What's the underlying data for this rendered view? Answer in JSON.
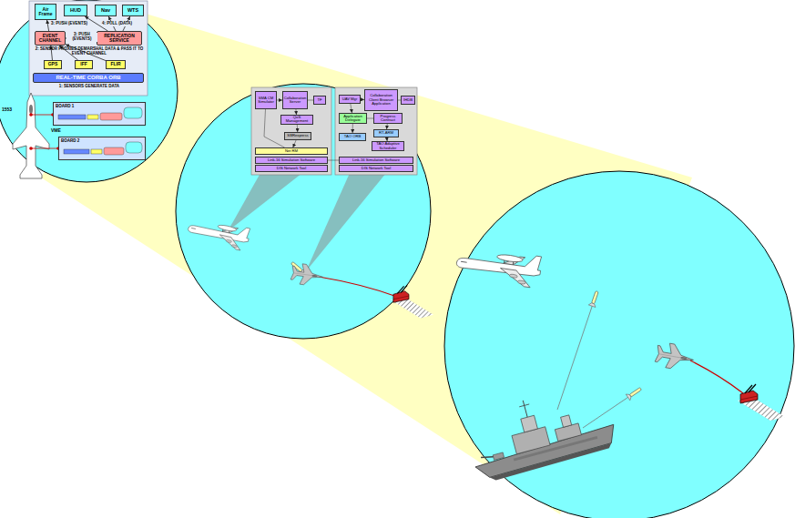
{
  "diagram": {
    "nodes": [
      {
        "text": [
          "Air Frame"
        ]
      },
      {
        "text": [
          "HUD"
        ]
      },
      {
        "text": [
          "Nav"
        ]
      },
      {
        "text": [
          "WTS"
        ]
      },
      {
        "text": [
          "EVENT CHANNEL"
        ]
      },
      {
        "text": [
          "REPLICATION SERVICE"
        ]
      },
      {
        "text": [
          "GPS"
        ]
      },
      {
        "text": [
          "IFF"
        ]
      },
      {
        "text": [
          "FLIR"
        ]
      },
      {
        "text": [
          "REAL-TIME CORBA ORB"
        ]
      },
      {
        "text": [
          "BOARD 1"
        ]
      },
      {
        "text": [
          "BOARD 2"
        ]
      },
      {
        "text": [
          "SMA CM Simulator"
        ]
      },
      {
        "text": [
          "Collaboration Server"
        ]
      },
      {
        "text": [
          "TF"
        ]
      },
      {
        "text": [
          "QoS Management"
        ]
      },
      {
        "text": [
          "SBRexpress"
        ]
      },
      {
        "text": [
          "Net RM"
        ]
      },
      {
        "text": [
          "Link-16 Simulation Software"
        ]
      },
      {
        "text": [
          "DIS Network Tool"
        ]
      },
      {
        "text": [
          "UAV Mgr"
        ]
      },
      {
        "text": [
          "Collaboration Client Browser Application"
        ]
      },
      {
        "text": [
          "IHDB"
        ]
      },
      {
        "text": [
          "Application Delegate"
        ]
      },
      {
        "text": [
          "Progress Contract"
        ]
      },
      {
        "text": [
          "TAO ORB"
        ]
      },
      {
        "text": [
          "RT-ARM"
        ]
      },
      {
        "text": [
          "TAO Adaptive Scheduler"
        ]
      },
      {
        "text": [
          "Link-16 Simulation Software"
        ]
      },
      {
        "text": [
          "DIS Network Tool"
        ]
      }
    ],
    "edges": [
      {
        "from": 4,
        "to": 0,
        "arrow": "to",
        "label": "3: PUSH (EVENTS)"
      },
      {
        "from": 5,
        "to": 1,
        "arrow": "to"
      },
      {
        "from": 5,
        "to": 2,
        "arrow": "to",
        "label": "4: PULL (DATA)"
      },
      {
        "from": 5,
        "to": 3,
        "arrow": "to"
      },
      {
        "from": 4,
        "to": 5,
        "arrow": "to",
        "label": "3: PUSH (EVENTS)"
      },
      {
        "from": 6,
        "to": 4,
        "arrow": "to"
      },
      {
        "from": 7,
        "to": 4,
        "arrow": "to"
      },
      {
        "from": 8,
        "to": 4,
        "arrow": "to"
      },
      {
        "from": 12,
        "to": 13,
        "arrow": "to"
      },
      {
        "from": 13,
        "to": 14,
        "arrow": "none"
      },
      {
        "from": 13,
        "to": 15,
        "arrow": "to"
      },
      {
        "from": 15,
        "to": 16,
        "arrow": "to"
      },
      {
        "from": 16,
        "to": 17,
        "arrow": "to"
      },
      {
        "from": 12,
        "to": 17,
        "arrow": "none"
      },
      {
        "from": 20,
        "to": 21,
        "arrow": "to"
      },
      {
        "from": 21,
        "to": 22,
        "arrow": "none"
      },
      {
        "from": 20,
        "to": 23,
        "arrow": "to"
      },
      {
        "from": 23,
        "to": 25,
        "arrow": "to"
      },
      {
        "from": 23,
        "to": 24,
        "arrow": "none"
      },
      {
        "from": 24,
        "to": 26,
        "arrow": "to"
      },
      {
        "from": 26,
        "to": 27,
        "arrow": "to"
      },
      {
        "from": 18,
        "to": 28,
        "arrow": "none"
      }
    ],
    "labels": [
      "2: SENSOR PROXIES DEMARSHAL DATA & PASS IT TO EVENT CHANNEL",
      "1: SENSORS GENERATE DATA",
      "1553",
      "VME"
    ]
  }
}
